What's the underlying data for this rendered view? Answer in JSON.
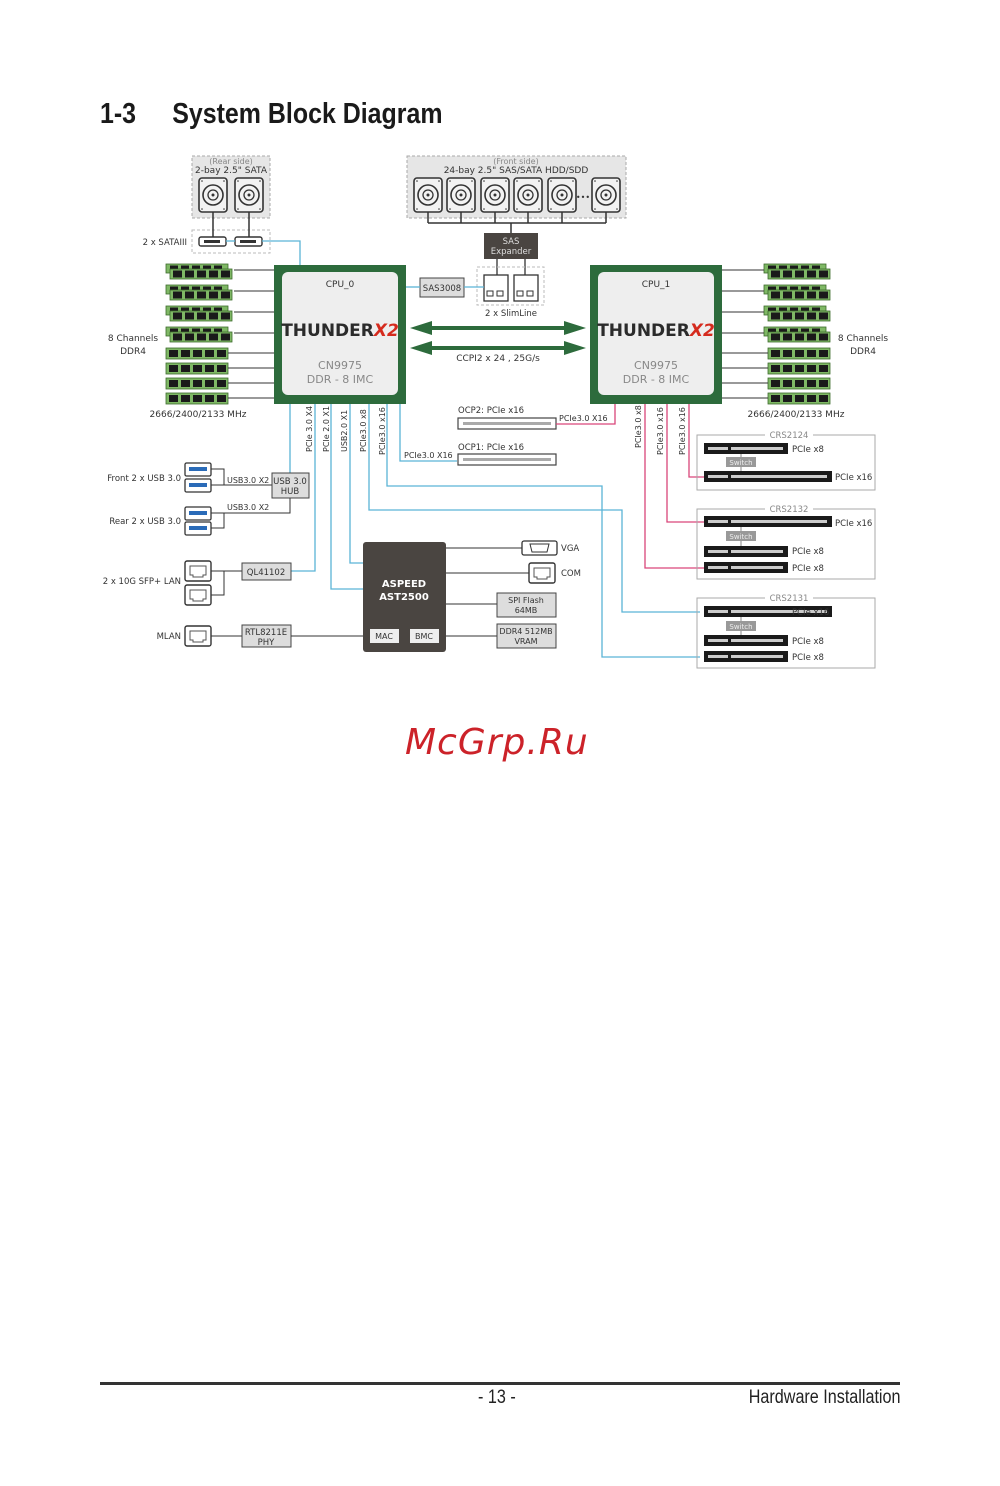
{
  "section": {
    "number": "1-3",
    "title": "System Block Diagram"
  },
  "rear_drives": {
    "side": "(Rear side)",
    "label": "2-bay 2.5\" SATA",
    "connector_label": "2 x SATAIII"
  },
  "front_drives": {
    "side": "(Front side)",
    "label": "24-bay 2.5\" SAS/SATA HDD/SDD",
    "ellipsis": "•••"
  },
  "sas_expander": {
    "line1": "SAS",
    "line2": "Expander"
  },
  "sas_controller": "SAS3008",
  "slimline": "2 x SlimLine",
  "cpu0": {
    "name": "CPU_0",
    "brand": "THUNDER",
    "brand_x": "X2",
    "model": "CN9975",
    "imc": "DDR - 8 IMC"
  },
  "cpu1": {
    "name": "CPU_1",
    "brand": "THUNDER",
    "brand_x": "X2",
    "model": "CN9975",
    "imc": "DDR - 8 IMC"
  },
  "memory_left": {
    "channels_line1": "8 Channels",
    "channels_line2": "DDR4",
    "speed": "2666/2400/2133 MHz"
  },
  "memory_right": {
    "channels_line1": "8 Channels",
    "channels_line2": "DDR4",
    "speed": "2666/2400/2133 MHz"
  },
  "interconnect": "CCPI2 x 24 , 25G/s",
  "cpu0_links": [
    "PCIe 3.0 X4",
    "PCIe 2.0 X1",
    "USB2.0 X1",
    "PCIe3.0 x8",
    "PCIe3.0 x16"
  ],
  "cpu1_links": [
    "PCIe3.0 x8",
    "PCIe3.0 x16",
    "PCIe3.0 x16"
  ],
  "ocp2": {
    "label": "OCP2: PCIe x16",
    "link": "PCIe3.0 X16"
  },
  "ocp1": {
    "label": "OCP1: PCIe x16",
    "link": "PCIe3.0 X16"
  },
  "usb": {
    "front": "Front 2 x USB 3.0",
    "rear": "Rear 2 x USB 3.0",
    "link_front": "USB3.0 X2",
    "link_rear": "USB3.0 X2",
    "hub_line1": "USB 3.0",
    "hub_line2": "HUB"
  },
  "lan": {
    "label": "2 x 10G SFP+ LAN",
    "chip": "QL41102"
  },
  "mlan": {
    "label": "MLAN",
    "phy_line1": "RTL8211E",
    "phy_line2": "PHY"
  },
  "bmc": {
    "line1": "ASPEED",
    "line2": "AST2500",
    "mac": "MAC",
    "bmc": "BMC"
  },
  "bmc_peripherals": {
    "vga": "VGA",
    "com": "COM",
    "spi_line1": "SPI Flash",
    "spi_line2": "64MB",
    "vram_line1": "DDR4 512MB",
    "vram_line2": "VRAM"
  },
  "risers": [
    {
      "name": "CRS2124",
      "slots": [
        "PCIe x8",
        "PCIe x16"
      ],
      "switch": "Switch"
    },
    {
      "name": "CRS2132",
      "slots": [
        "PCIe x16",
        "PCIe x8",
        "PCIe x8"
      ],
      "switch": "Switch"
    },
    {
      "name": "CRS2131",
      "slots": [
        "PCIe x16",
        "PCIe x8",
        "PCIe x8"
      ],
      "switch": "Switch"
    }
  ],
  "colors": {
    "cpu_green": "#2d6b3c",
    "link_blue": "#5ab4d6",
    "link_pink": "#d9467a",
    "bmc_dark": "#4a4541",
    "dimm_green": "#7fb865"
  },
  "watermark": "McGrp.Ru",
  "footer": {
    "page": "- 13 -",
    "chapter": "Hardware Installation"
  }
}
